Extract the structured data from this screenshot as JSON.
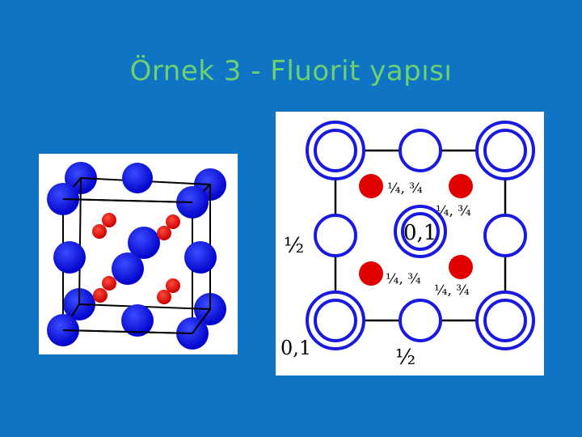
{
  "slide": {
    "title": "Örnek 3 - Fluorit yapısı",
    "colors": {
      "background": "#0f74c4",
      "title": "#6fd06f",
      "cation": "#1a1adf",
      "anion": "#e00000"
    }
  },
  "projection": {
    "labels": {
      "center": "0,1",
      "corner": "0,1",
      "edge_left": "½",
      "edge_bottom": "½",
      "anion_top_left": "¼, ¾",
      "anion_top_right": "¼, ¾",
      "anion_bottom_left": "¼, ¾",
      "anion_bottom_right": "¼, ¾"
    }
  }
}
